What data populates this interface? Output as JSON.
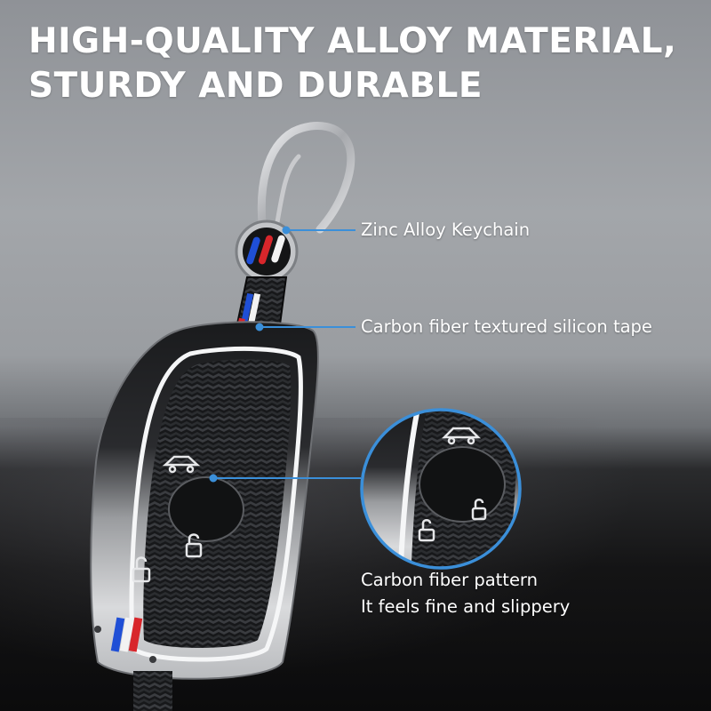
{
  "headline": {
    "line1": "HIGH-QUALITY ALLOY MATERIAL,",
    "line2": "STURDY AND DURABLE"
  },
  "callouts": {
    "keychain": "Zinc Alloy Keychain",
    "tape": "Carbon fiber textured silicon tape",
    "pattern_line1": "Carbon fiber pattern",
    "pattern_line2": "It feels fine and slippery"
  },
  "colors": {
    "callout_line": "#3b8fd9",
    "stripe_blue": "#1f4fd6",
    "stripe_red": "#d8262b",
    "stripe_white": "#f2f2f2",
    "carbon": "#1b1c1e"
  },
  "icons": [
    "trunk-icon",
    "lock-icon",
    "unlock-icon"
  ]
}
